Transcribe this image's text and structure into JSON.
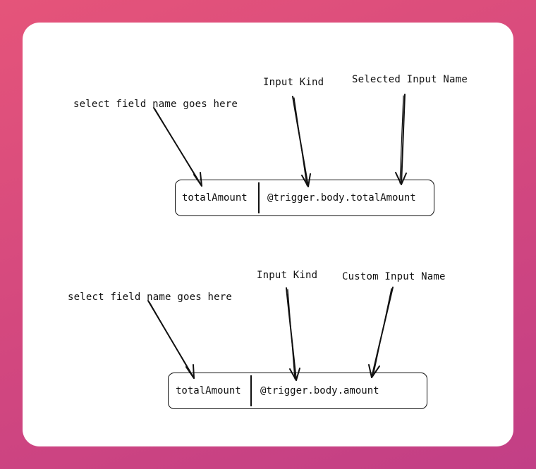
{
  "diagram_1": {
    "label_field": "select field name goes here",
    "label_kind": "Input Kind",
    "label_input": "Selected Input Name",
    "field_name": "totalAmount",
    "field_value": "@trigger.body.totalAmount"
  },
  "diagram_2": {
    "label_field": "select field name goes here",
    "label_kind": "Input Kind",
    "label_input": "Custom Input Name",
    "field_name": "totalAmount",
    "field_value": "@trigger.body.amount"
  }
}
